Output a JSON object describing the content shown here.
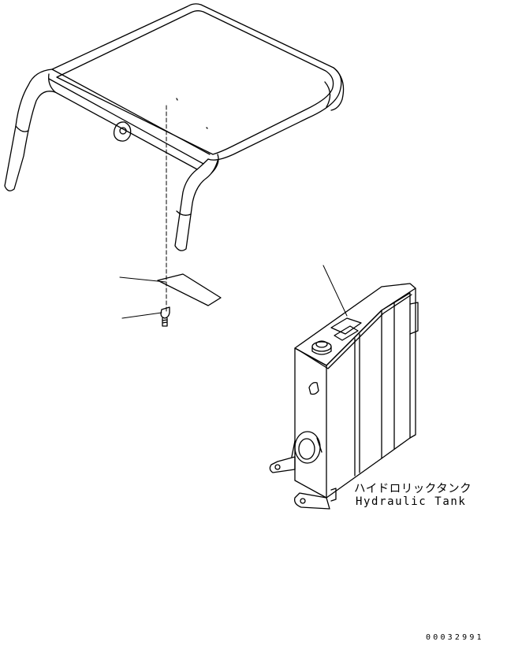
{
  "labels": {
    "part_name_jp": "ハイドロリックタンク",
    "part_name_en": "Hydraulic Tank"
  },
  "drawing_number": "00032991",
  "colors": {
    "background": "#ffffff",
    "line": "#000000"
  }
}
